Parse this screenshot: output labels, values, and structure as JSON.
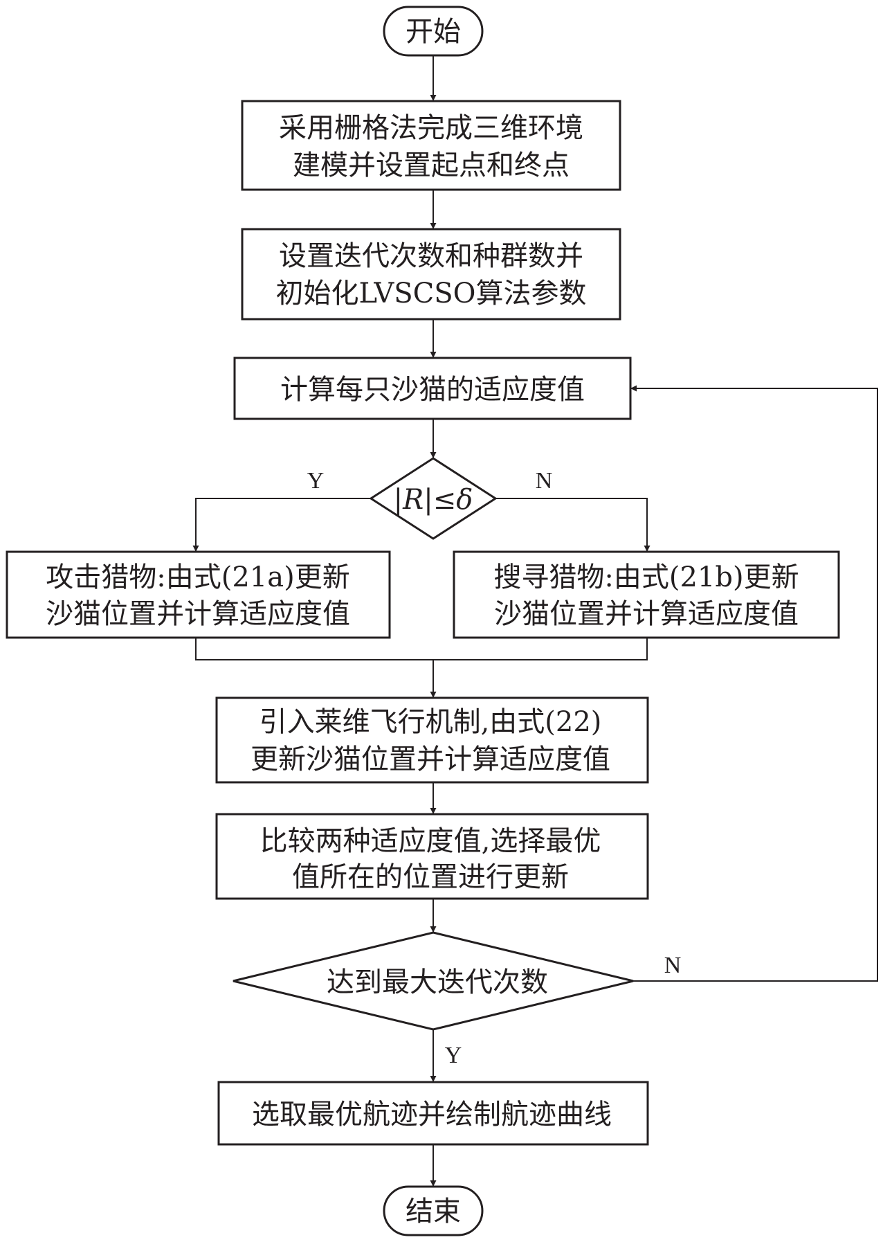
{
  "nodes": {
    "start": "开始",
    "grid_model": [
      "采用栅格法完成三维环境",
      "建模并设置起点和终点"
    ],
    "init_params": [
      "设置迭代次数和种群数并",
      "初始化LVSCSO算法参数"
    ],
    "compute_fitness": "计算每只沙猫的适应度值",
    "decision_r": "|R|≤δ",
    "attack": [
      "攻击猎物:由式(21a)更新",
      "沙猫位置并计算适应度值"
    ],
    "search": [
      "搜寻猎物:由式(21b)更新",
      "沙猫位置并计算适应度值"
    ],
    "levy": [
      "引入莱维飞行机制,由式(22)",
      "更新沙猫位置并计算适应度值"
    ],
    "compare": [
      "比较两种适应度值,选择最优",
      "值所在的位置进行更新"
    ],
    "decision_iter": "达到最大迭代次数",
    "best_path": "选取最优航迹并绘制航迹曲线",
    "end": "结束"
  },
  "edge_labels": {
    "r_yes": "Y",
    "r_no": "N",
    "iter_no": "N",
    "iter_yes": "Y"
  }
}
